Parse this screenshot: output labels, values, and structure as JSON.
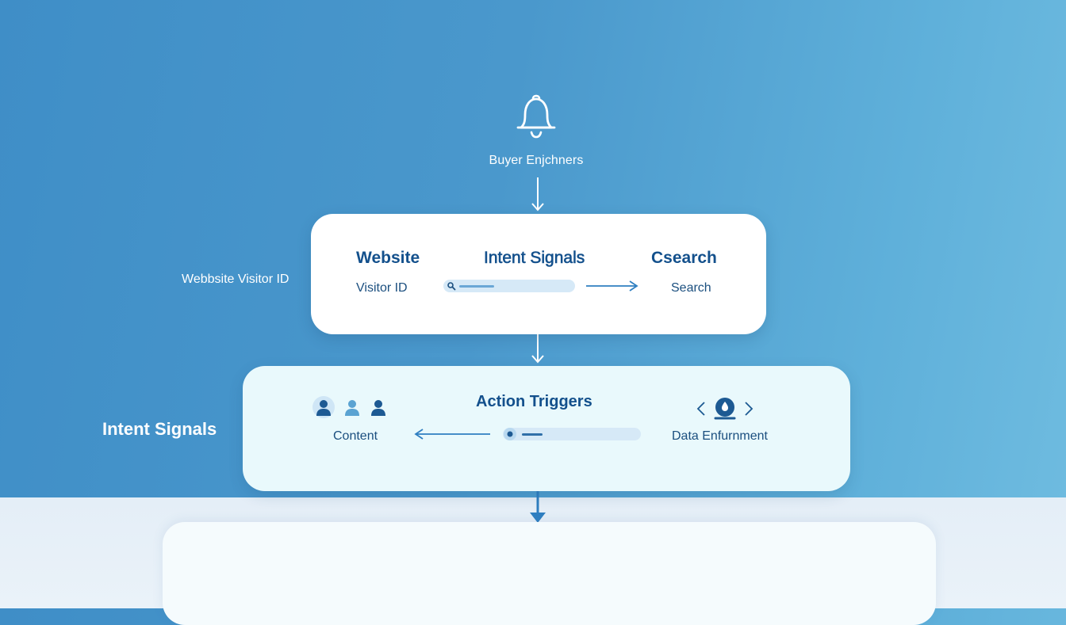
{
  "header": {
    "icon": "bell-icon",
    "label": "Buyer Enjchners"
  },
  "side_labels": {
    "visitor": "Webbsite Visitor ID",
    "intent": "Intent Signals"
  },
  "card_top": {
    "col1_title": "Website",
    "col1_sub": "Visitor ID",
    "col2_title": "Intent Signals",
    "col3_title": "Csearch",
    "col3_sub": "Search"
  },
  "card_middle": {
    "left_label": "Content",
    "center_title": "Action Triggers",
    "right_label": "Data Enfurnment",
    "icons": [
      "user-icon",
      "user-icon",
      "user-icon",
      "data-node-icon"
    ]
  },
  "colors": {
    "background": "#4a98cc",
    "title_text": "#13508c",
    "accent": "#2f7fc1"
  }
}
